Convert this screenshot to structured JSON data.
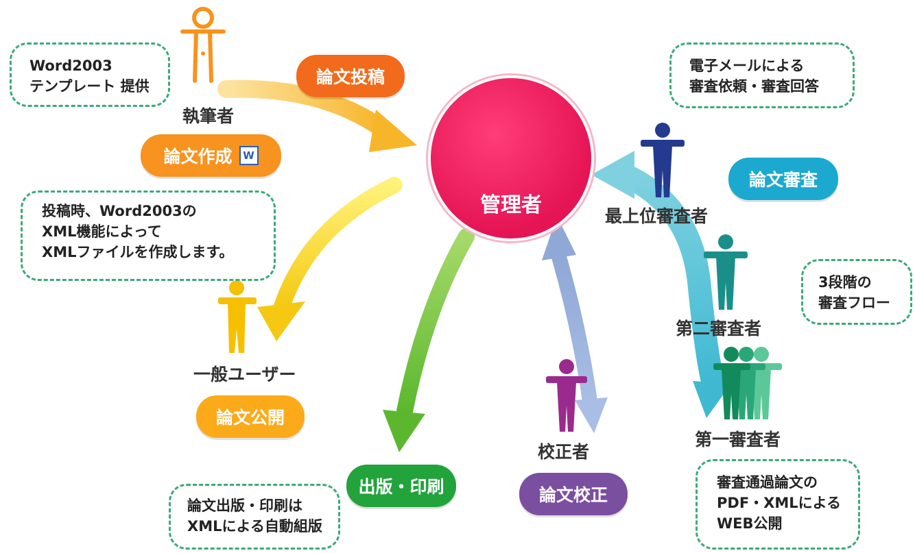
{
  "center": {
    "label": "管理者",
    "color": "#e8175d"
  },
  "people": {
    "author": "執筆者",
    "general_user": "一般ユーザー",
    "proofreader": "校正者",
    "top_reviewer": "最上位審査者",
    "second_reviewer": "第二審査者",
    "first_reviewer": "第一審査者"
  },
  "actions": {
    "submit": "論文投稿",
    "create": "論文作成",
    "publish": "論文公開",
    "print": "出版・印刷",
    "proofread": "論文校正",
    "review": "論文審査"
  },
  "notes": {
    "template": [
      "Word2003",
      "テンプレート 提供"
    ],
    "xml_create": [
      "投稿時、Word2003の",
      "XML機能によって",
      "XMLファイルを作成します。"
    ],
    "email": [
      "電子メールによる",
      "審査依頼・審査回答"
    ],
    "three_stage": [
      "3段階の",
      "審査フロー"
    ],
    "print_note": [
      "論文出版・印刷は",
      "XMLによる自動組版"
    ],
    "web_publish": [
      "審査通過論文の",
      "PDF・XMLによる",
      "WEB公開"
    ]
  },
  "icons": {
    "word": "W"
  },
  "colors": {
    "submit_pill": "#f26a1b",
    "create_pill": "#f7931e",
    "publish_pill": "#fbaa19",
    "print_pill": "#22a33c",
    "proofread_pill": "#7b4fa0",
    "review_pill": "#1ba9cf",
    "note_border": "#3aa97a"
  }
}
